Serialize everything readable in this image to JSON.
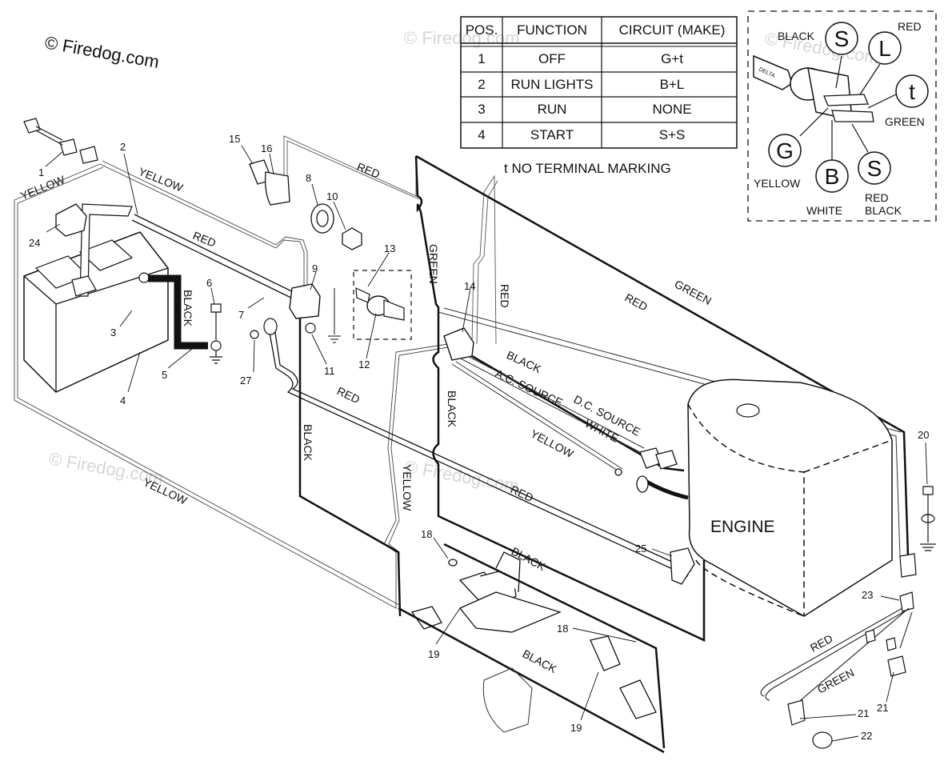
{
  "copyright": "© Firedog.com",
  "watermark": "© Firedog.com",
  "table": {
    "headers": [
      "POS.",
      "FUNCTION",
      "CIRCUIT  (MAKE)"
    ],
    "rows": [
      [
        "1",
        "OFF",
        "G+t"
      ],
      [
        "2",
        "RUN LIGHTS",
        "B+L"
      ],
      [
        "3",
        "RUN",
        "NONE"
      ],
      [
        "4",
        "START",
        "S+S"
      ]
    ],
    "footnote": "t  NO TERMINAL MARKING"
  },
  "switch": {
    "terminals": [
      "S",
      "L",
      "t",
      "G",
      "B",
      "S"
    ],
    "labels": [
      "BLACK",
      "RED",
      "GREEN",
      "YELLOW",
      "WHITE",
      "RED",
      "BLACK"
    ],
    "key_text": "DELTA"
  },
  "wires": {
    "yellow": "YELLOW",
    "red": "RED",
    "black": "BLACK",
    "green": "GREEN",
    "white": "WHITE",
    "ac_source": "A.C. SOURCE",
    "dc_source": "D.C. SOURCE"
  },
  "engine_label": "ENGINE",
  "parts": [
    "1",
    "2",
    "3",
    "4",
    "5",
    "6",
    "7",
    "8",
    "9",
    "10",
    "11",
    "12",
    "13",
    "14",
    "15",
    "16",
    "18",
    "18",
    "19",
    "19",
    "20",
    "21",
    "21",
    "22",
    "23",
    "24",
    "25",
    "27"
  ]
}
